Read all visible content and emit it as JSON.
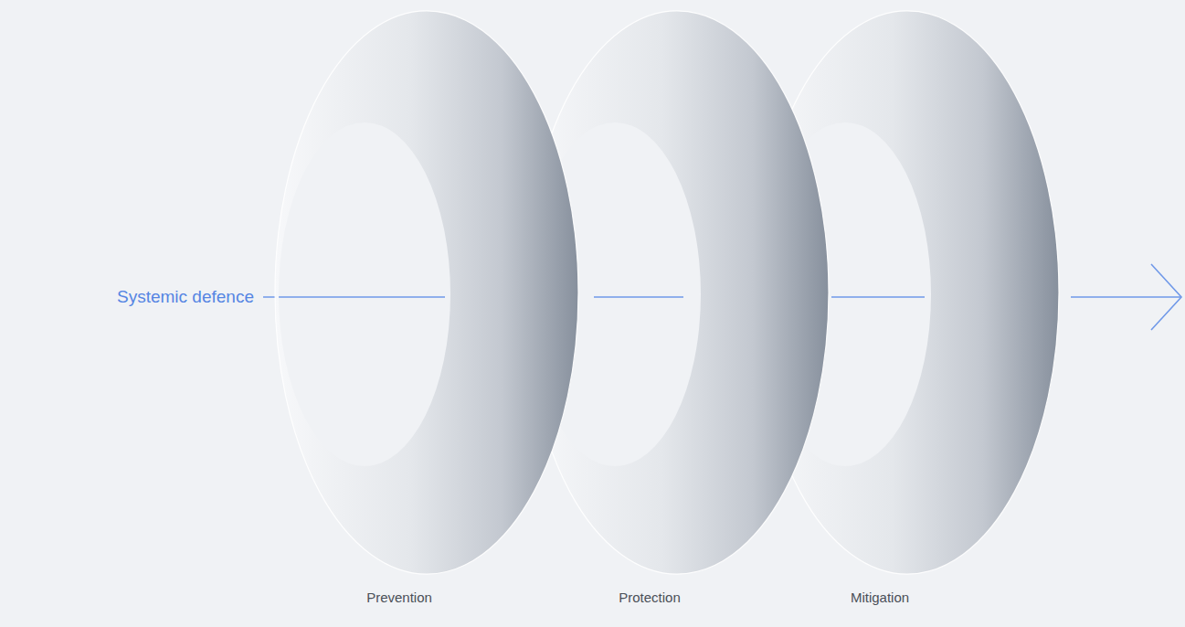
{
  "diagram": {
    "nodes": [
      {
        "text": [
          "Prevention"
        ]
      },
      {
        "text": [
          "Protection"
        ]
      },
      {
        "text": [
          "Mitigation"
        ]
      }
    ],
    "labels": [
      "Systemic defence"
    ]
  }
}
